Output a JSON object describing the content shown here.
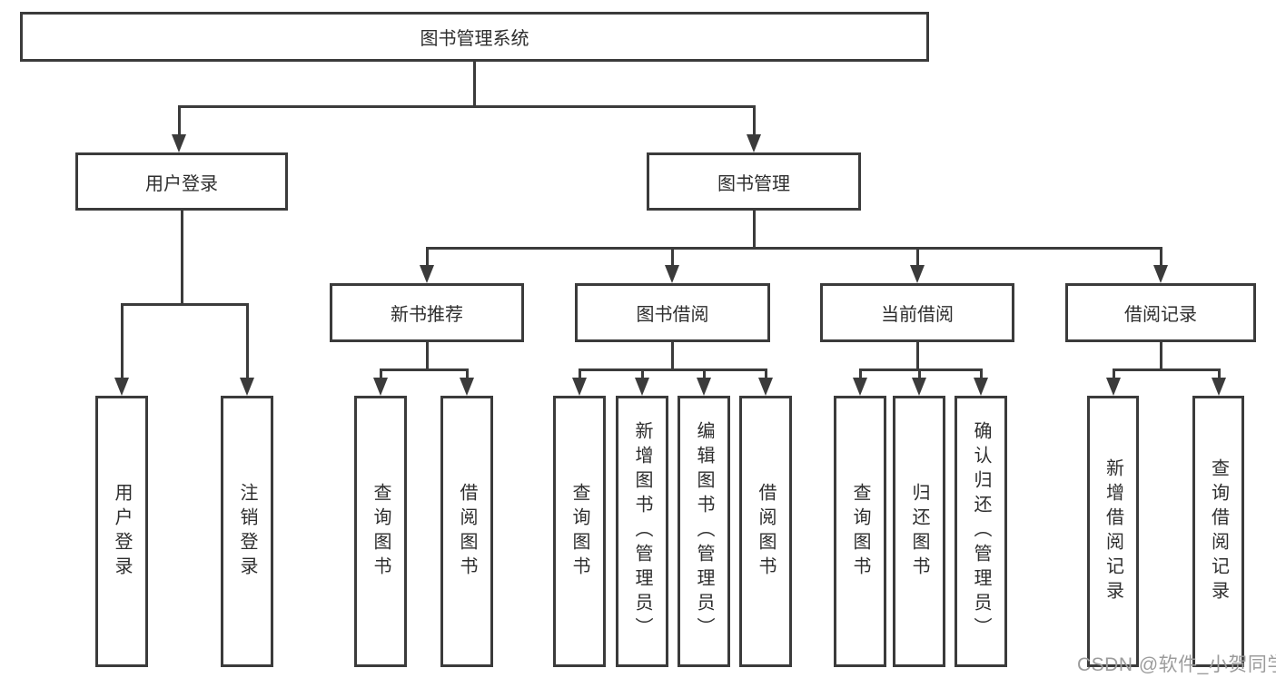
{
  "colors": {
    "line": "#3b3b3b",
    "text": "#2e2e2e",
    "watermark": "#9c9c9c",
    "background": "#ffffff"
  },
  "watermark": {
    "text": "CSDN @软件_小贺同学"
  },
  "tree": {
    "root": {
      "label": "图书管理系统",
      "children": [
        {
          "label": "用户登录",
          "children": [
            {
              "label": "用户登录"
            },
            {
              "label": "注销登录"
            }
          ]
        },
        {
          "label": "图书管理",
          "children": [
            {
              "label": "新书推荐",
              "children": [
                {
                  "label": "查询图书"
                },
                {
                  "label": "借阅图书"
                }
              ]
            },
            {
              "label": "图书借阅",
              "children": [
                {
                  "label": "查询图书"
                },
                {
                  "label": "新增图书（管理员）"
                },
                {
                  "label": "编辑图书（管理员）"
                },
                {
                  "label": "借阅图书"
                }
              ]
            },
            {
              "label": "当前借阅",
              "children": [
                {
                  "label": "查询图书"
                },
                {
                  "label": "归还图书"
                },
                {
                  "label": "确认归还（管理员）"
                }
              ]
            },
            {
              "label": "借阅记录",
              "children": [
                {
                  "label": "新增借阅记录"
                },
                {
                  "label": "查询借阅记录"
                }
              ]
            }
          ]
        }
      ]
    }
  }
}
